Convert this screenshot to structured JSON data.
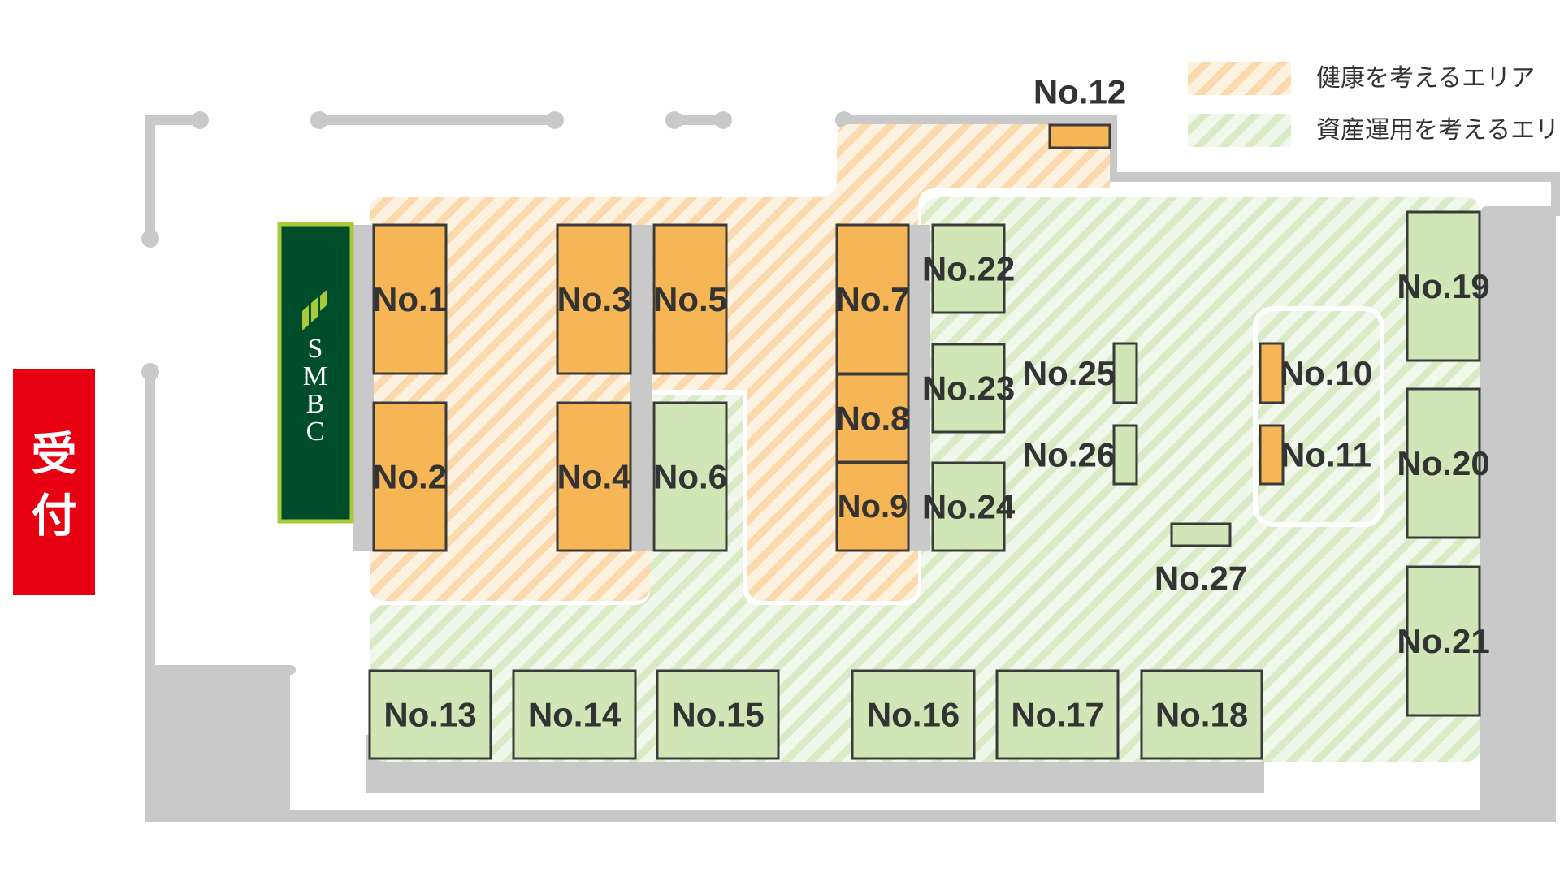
{
  "colors": {
    "health": "#f7b656",
    "health_area": "#fbe1bd",
    "asset": "#d0e6b7",
    "asset_area": "#e3efd5",
    "wall": "#c9c9c9",
    "reception": "#e60012",
    "logo_bg": "#004d2c",
    "logo_border": "#a7c93a"
  },
  "legend": [
    {
      "label": "健康を考えるエリア",
      "area": "health"
    },
    {
      "label": "資産運用を考えるエリア",
      "area": "asset"
    }
  ],
  "reception": {
    "line1": "受",
    "line2": "付"
  },
  "logo": {
    "text": "SMBC",
    "icon": "smbc-leaf-icon"
  },
  "booths": [
    {
      "label": "No.1",
      "area": "health"
    },
    {
      "label": "No.2",
      "area": "health"
    },
    {
      "label": "No.3",
      "area": "health"
    },
    {
      "label": "No.4",
      "area": "health"
    },
    {
      "label": "No.5",
      "area": "health"
    },
    {
      "label": "No.6",
      "area": "asset"
    },
    {
      "label": "No.7",
      "area": "health"
    },
    {
      "label": "No.8",
      "area": "health"
    },
    {
      "label": "No.9",
      "area": "health"
    },
    {
      "label": "No.10",
      "area": "health"
    },
    {
      "label": "No.11",
      "area": "health"
    },
    {
      "label": "No.12",
      "area": "health"
    },
    {
      "label": "No.13",
      "area": "asset"
    },
    {
      "label": "No.14",
      "area": "asset"
    },
    {
      "label": "No.15",
      "area": "asset"
    },
    {
      "label": "No.16",
      "area": "asset"
    },
    {
      "label": "No.17",
      "area": "asset"
    },
    {
      "label": "No.18",
      "area": "asset"
    },
    {
      "label": "No.19",
      "area": "asset"
    },
    {
      "label": "No.20",
      "area": "asset"
    },
    {
      "label": "No.21",
      "area": "asset"
    },
    {
      "label": "No.22",
      "area": "asset"
    },
    {
      "label": "No.23",
      "area": "asset"
    },
    {
      "label": "No.24",
      "area": "asset"
    },
    {
      "label": "No.25",
      "area": "asset"
    },
    {
      "label": "No.26",
      "area": "asset"
    },
    {
      "label": "No.27",
      "area": "asset"
    }
  ]
}
